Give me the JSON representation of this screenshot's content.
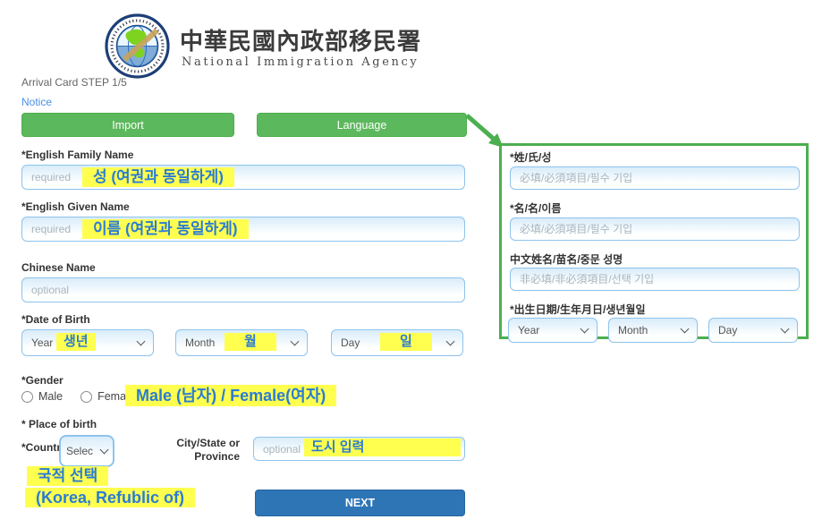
{
  "header": {
    "title_zh": "中華民國內政部移民署",
    "title_en": "National Immigration Agency"
  },
  "page": {
    "step": "Arrival Card STEP 1/5",
    "notice": "Notice"
  },
  "toolbar": {
    "import_label": "Import",
    "language_label": "Language"
  },
  "form": {
    "family": {
      "label": "*English Family Name",
      "placeholder": "required",
      "annotation": "성 (여권과 동일하게)"
    },
    "given": {
      "label": "*English Given Name",
      "placeholder": "required",
      "annotation": "이름 (여권과 동일하게)"
    },
    "chinese": {
      "label": "Chinese Name",
      "placeholder": "optional"
    },
    "dob": {
      "label": "*Date of Birth",
      "year": "Year",
      "month": "Month",
      "day": "Day",
      "year_annotation": "생년",
      "month_annotation": "월",
      "day_annotation": "일"
    },
    "gender": {
      "label": "*Gender",
      "male": "Male",
      "female": "Female",
      "annotation": "Male (남자) / Female(여자)"
    },
    "birthplace": {
      "label": "* Place of birth",
      "country_label": "*Countr",
      "country_value": "Selec",
      "city_label_line1": "City/State or",
      "city_label_line2": "Province",
      "city_placeholder": "optional",
      "city_annotation": "도시 입력",
      "country_annotation_line1": "국적 선택",
      "country_annotation_line2": "(Korea, Refublic of)"
    },
    "next_label": "NEXT"
  },
  "panel": {
    "surname": {
      "label": "*姓/氏/성",
      "placeholder": "必填/必須項目/필수 기입"
    },
    "given": {
      "label": "*名/名/이름",
      "placeholder": "必填/必須項目/필수 기입"
    },
    "chinese": {
      "label": "中文姓名/苗名/중문 성명",
      "placeholder": "非必填/非必須項目/선택 기입"
    },
    "dob": {
      "label": "*出生日期/生年月日/생년월일",
      "year": "Year",
      "month": "Month",
      "day": "Day"
    }
  },
  "colors": {
    "button_green": "#5cb85c",
    "panel_border_green": "#4caf50",
    "next_blue": "#2e75b6",
    "highlight_yellow": "#ffff4f",
    "annotation_blue": "#2b7cd3",
    "input_border_blue": "#8ec3ec",
    "notice_link_blue": "#4a90e2"
  }
}
